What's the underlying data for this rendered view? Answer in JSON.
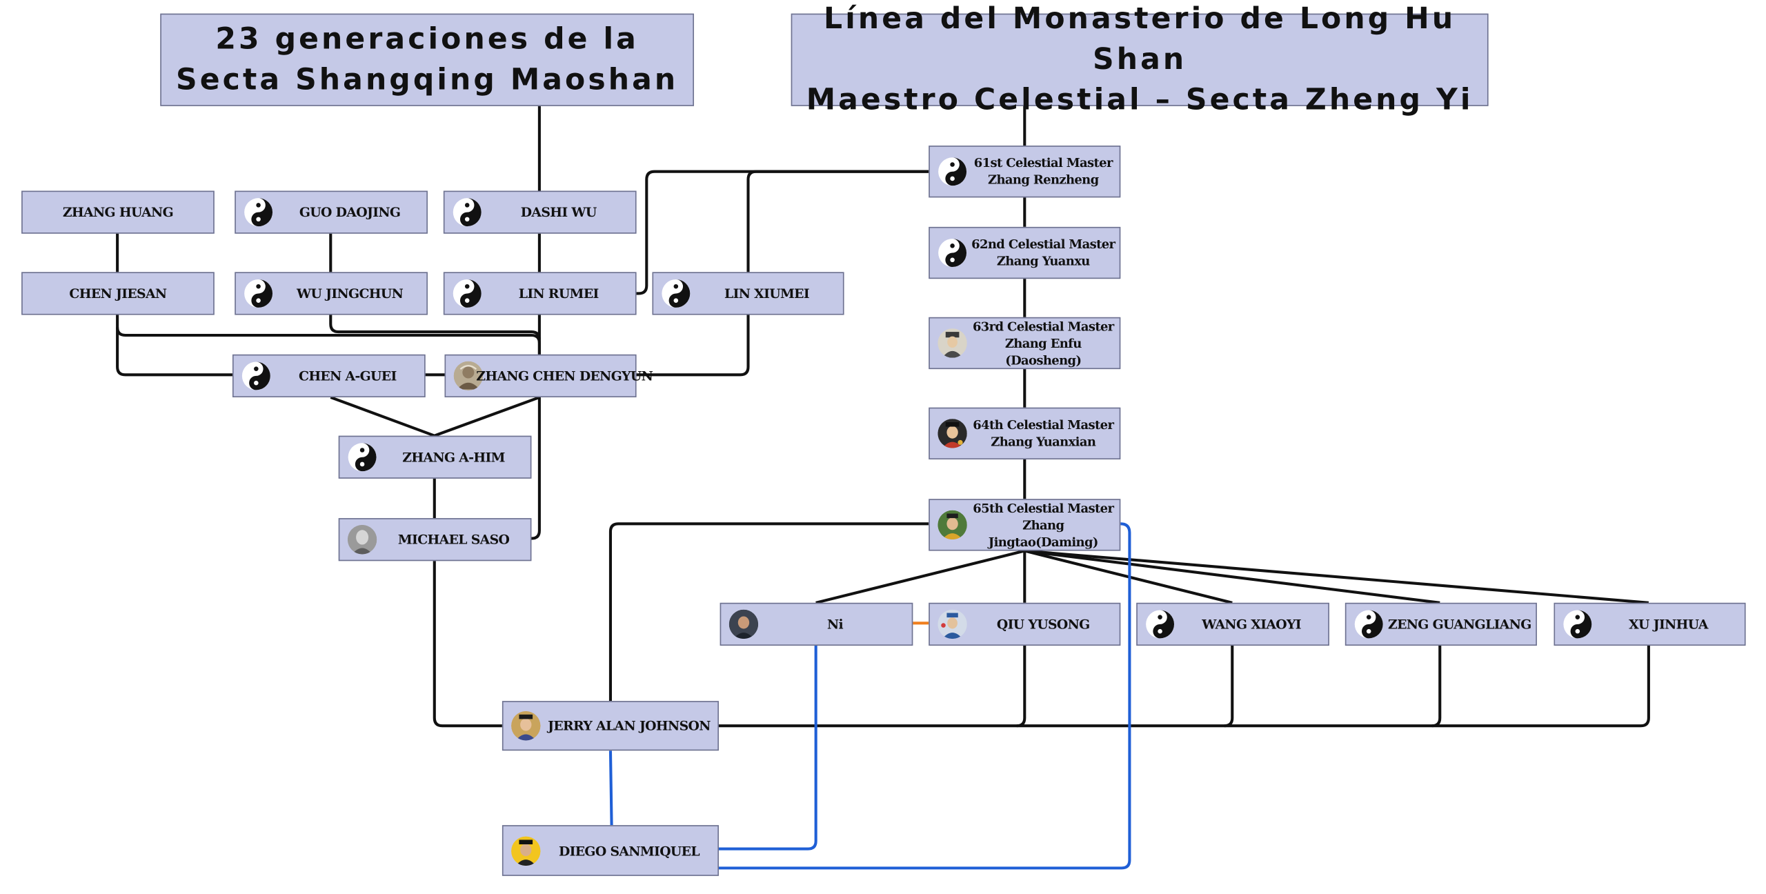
{
  "titles": {
    "left": {
      "line1": "23 generaciones de la",
      "line2": "Secta Shangqing Maoshan"
    },
    "right": {
      "line1": "Línea del Monasterio de Long Hu Shan",
      "line2": "Maestro Celestial – Secta Zheng Yi"
    }
  },
  "nodes": {
    "zhang_huang": {
      "label": "ZHANG HUANG",
      "icon": "none"
    },
    "guo_daojing": {
      "label": "GUO DAOJING",
      "icon": "yin-yang-icon"
    },
    "dashi_wu": {
      "label": "DASHI WU",
      "icon": "yin-yang-icon"
    },
    "chen_jiesan": {
      "label": "CHEN JIESAN",
      "icon": "none"
    },
    "wu_jingchun": {
      "label": "WU JINGCHUN",
      "icon": "yin-yang-icon"
    },
    "lin_rumei": {
      "label": "LIN RUMEI",
      "icon": "yin-yang-icon"
    },
    "lin_xiumei": {
      "label": "LIN XIUMEI",
      "icon": "yin-yang-icon"
    },
    "chen_a_guei": {
      "label": "CHEN A-GUEI",
      "icon": "yin-yang-icon"
    },
    "zhang_chen_dengyun": {
      "label": "ZHANG CHEN DENGYUN",
      "icon": "portrait-icon"
    },
    "zhang_a_him": {
      "label": "ZHANG A-HIM",
      "icon": "yin-yang-icon"
    },
    "michael_saso": {
      "label": "MICHAEL SASO",
      "icon": "portrait-icon"
    },
    "m61": {
      "line1": "61st Celestial Master",
      "line2": "Zhang Renzheng",
      "icon": "yin-yang-icon"
    },
    "m62": {
      "line1": "62nd Celestial Master",
      "line2": "Zhang Yuanxu",
      "icon": "yin-yang-icon"
    },
    "m63": {
      "line1": "63rd Celestial Master",
      "line2": "Zhang Enfu (Daosheng)",
      "icon": "portrait-icon"
    },
    "m64": {
      "line1": "64th Celestial Master",
      "line2": "Zhang Yuanxian",
      "icon": "portrait-icon"
    },
    "m65": {
      "line1": "65th Celestial Master",
      "line2": "Zhang Jingtao(Daming)",
      "icon": "portrait-icon"
    },
    "ni": {
      "label": "Ni",
      "icon": "portrait-icon"
    },
    "qiu_yusong": {
      "label": "QIU YUSONG",
      "icon": "portrait-icon"
    },
    "wang_xiaoyi": {
      "label": "WANG XIAOYI",
      "icon": "yin-yang-icon"
    },
    "zeng_guangliang": {
      "label": "ZENG GUANGLIANG",
      "icon": "yin-yang-icon"
    },
    "xu_jinhua": {
      "label": "XU JINHUA",
      "icon": "yin-yang-icon"
    },
    "jerry_alan_johnson": {
      "label": "JERRY ALAN JOHNSON",
      "icon": "portrait-icon"
    },
    "diego_sanmiquel": {
      "label": "DIEGO SANMIQUEL",
      "icon": "portrait-icon"
    }
  },
  "colors": {
    "box_fill": "#c5c9e7",
    "box_border": "#6e7290",
    "lineage_line": "#111111",
    "blue_line": "#1f5fd6",
    "orange_line": "#f07f1e"
  }
}
